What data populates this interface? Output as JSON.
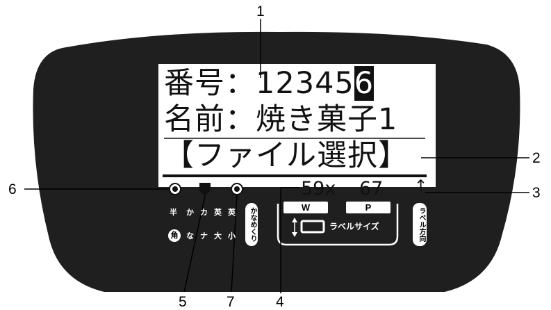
{
  "callouts": {
    "c1": "1",
    "c2": "2",
    "c3": "3",
    "c4": "4",
    "c5": "5",
    "c6": "6",
    "c7": "7"
  },
  "lcd": {
    "line1_prefix": "番号：12345",
    "line1_cursor": "6",
    "line2": "名前：焼き菓子1",
    "line3": "【ファイル選択】",
    "width_value": "59x",
    "pitch_value": "67",
    "arrow": "↑"
  },
  "panel": {
    "mode_top": [
      "半",
      "か",
      "カ",
      "英",
      "英"
    ],
    "mode_bottom": [
      "角",
      "な",
      "ナ",
      "大",
      "小"
    ],
    "kana_button": "かなめくり",
    "w_label": "W",
    "p_label": "P",
    "label_size": "ラベルサイズ",
    "label_direction": "ラベル方向"
  },
  "colors": {
    "panel": "#1f1f1f",
    "screen": "#ffffff",
    "text": "#111111"
  }
}
